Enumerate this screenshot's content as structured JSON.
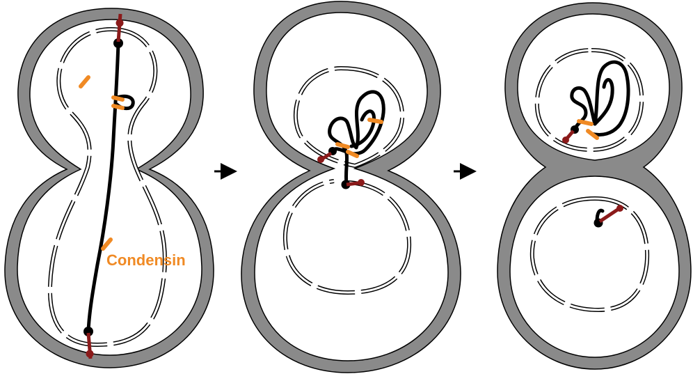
{
  "labels": {
    "condensin": "Condensin"
  },
  "colors": {
    "cell_wall": "#8a8a8a",
    "outline": "#000000",
    "chromosome": "#000000",
    "condensin": "#f08a24",
    "kinetochore": "#8b1a1a",
    "background": "#ffffff"
  },
  "panels": [
    {
      "stage": "anaphase"
    },
    {
      "stage": "constriction"
    },
    {
      "stage": "separated"
    }
  ],
  "arrows": [
    {
      "from": "panel-1",
      "to": "panel-2"
    },
    {
      "from": "panel-2",
      "to": "panel-3"
    }
  ]
}
